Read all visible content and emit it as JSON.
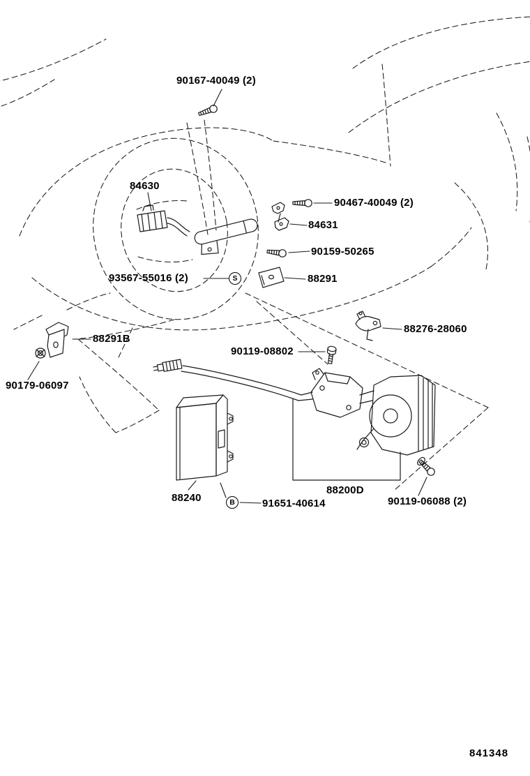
{
  "colors": {
    "background": "#ffffff",
    "line": "#1a1a1a"
  },
  "labels": {
    "l90167": "90167-40049 (2)",
    "l84630": "84630",
    "l90467": "90467-40049 (2)",
    "l84631": "84631",
    "l90159": "90159-50265",
    "l93567": "93567-55016 (2)",
    "l88291": "88291",
    "l88276": "88276-28060",
    "l88291b": "88291B",
    "l90179": "90179-06097",
    "l90119_08802": "90119-08802",
    "l88240": "88240",
    "l91651": "91651-40614",
    "l88200d": "88200D",
    "l90119_06088": "90119-06088 (2)",
    "symbol_s": "S",
    "symbol_b": "B"
  },
  "footer": {
    "drawing_number": "841348"
  }
}
